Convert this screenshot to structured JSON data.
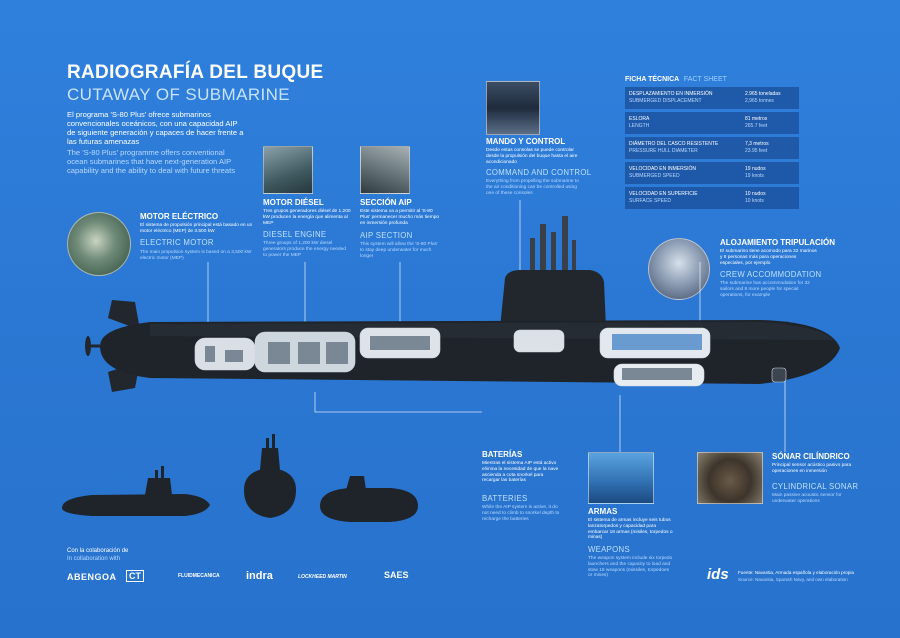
{
  "header": {
    "title": "RADIOGRAFÍA DEL BUQUE",
    "subtitle": "CUTAWAY OF SUBMARINE",
    "intro_es": "El programa 'S-80 Plus' ofrece submarinos convencionales oceánicos, con una capacidad AIP de siguiente generación y capaces de hacer frente a las futuras amenazas",
    "intro_en": "The 'S-80 Plus' programme offers conventional ocean submarines that have next-generation AIP capability and the ability to deal with future threats"
  },
  "fact_sheet": {
    "title_es": "FICHA TÉCNICA",
    "title_en": "FACT SHEET",
    "rows": [
      {
        "label_es": "DESPLAZAMIENTO EN INMERSIÓN",
        "label_en": "SUBMERGED DISPLACEMENT",
        "value_es": "2.965 toneladas",
        "value_en": "2,965 tonnes"
      },
      {
        "label_es": "ESLORA",
        "label_en": "LENGTH",
        "value_es": "81 metros",
        "value_en": "265.7 feet"
      },
      {
        "label_es": "DIÁMETRO DEL CASCO RESISTENTE",
        "label_en": "PRESSURE HULL DIAMETER",
        "value_es": "7,3 metros",
        "value_en": "23.95 feet"
      },
      {
        "label_es": "VELOCIDAD EN INMERSIÓN",
        "label_en": "SUBMERGED SPEED",
        "value_es": "19 nudos",
        "value_en": "19 knots"
      },
      {
        "label_es": "VELOCIDAD EN SUPERFICIE",
        "label_en": "SURFACE SPEED",
        "value_es": "10 nudos",
        "value_en": "10 knots"
      }
    ]
  },
  "sections": {
    "motor_electrico": {
      "title_es": "MOTOR ELÉCTRICO",
      "title_en": "ELECTRIC MOTOR",
      "body_es": "El sistema de propulsión principal está basado en un motor eléctrico (MEP) de 3.500 kW",
      "body_en": "The main propulsion system is based on a 3,500 kW electric motor (MEP)"
    },
    "motor_diesel": {
      "title_es": "MOTOR DIÉSEL",
      "title_en": "DIESEL ENGINE",
      "body_es": "Tres grupos generadores diésel de 1.200 kW producen la energía que alimenta al MEP",
      "body_en": "Three groups of 1,200 kW diesel generators produce the energy needed to power the MEP"
    },
    "seccion_aip": {
      "title_es": "SECCIÓN AIP",
      "title_en": "AIP SECTION",
      "body_es": "Este sistema va a permitir al 'S-80 Plus' permanecer mucho más tiempo en inmersión profunda",
      "body_en": "This system will allow the 'S-80 Plus' to stay deep underwater for much longer"
    },
    "mando": {
      "title_es": "MANDO Y CONTROL",
      "title_en": "COMMAND AND CONTROL",
      "body_es": "Desde estas consolas se puede controlar desde la propulsión del buque hasta el aire acondicionado",
      "body_en": "Everything from propelling the submarine to the air conditioning can be controlled using one of these consoles"
    },
    "alojamiento": {
      "title_es": "ALOJAMIENTO TRIPULACIÓN",
      "title_en": "CREW ACCOMMODATION",
      "body_es": "El submarino tiene acomodo para 32 marinos y 8 personas más para operaciones especiales, por ejemplo",
      "body_en": "The submarine has accommodation for 32 sailors and 8 more people for special operations, for example"
    },
    "baterias": {
      "title_es": "BATERÍAS",
      "title_en": "BATTERIES",
      "body_es": "Mientras el sistema AIP está activo elimina la necesidad de que la nave ascienda a cota snorkel para recargar las baterías",
      "body_en": "While the AIP system is active, it do not need to climb to snorkel depth to recharge the batteries"
    },
    "armas": {
      "title_es": "ARMAS",
      "title_en": "WEAPONS",
      "body_es": "El sistema de armas incluye seis tubos lanzatorpedos y capacidad para embarcar 18 armas (misiles, torpedos o minas)",
      "body_en": "The weapon system include six torpedo launchers and the capacity to load and stow 18 weapons (missiles, torpedoes or mines)"
    },
    "sonar": {
      "title_es": "SÓNAR CILÍNDRICO",
      "title_en": "CYLINDRICAL SONAR",
      "body_es": "Principal sensor acústico pasivo para operaciones en inmersión",
      "body_en": "Main passive acoustic sensor for underwater operations"
    }
  },
  "footer": {
    "collab_es": "Con la colaboración de",
    "collab_en": "In collaboration with",
    "logos": [
      "ABENGOA",
      "CT",
      "FLUIDMECANICA",
      "indra",
      "LOCKHEED MARTIN",
      "SAES"
    ],
    "ids_logo": "ids",
    "credit_es": "Fuente: Navantia, Armada española y elaboración propia",
    "credit_en": "Source: Navantia, Spanish Navy, and own elaboration"
  },
  "colors": {
    "background": "#2e7bd6",
    "hull": "#1f242b",
    "accent_text": "#bfe0ff"
  }
}
